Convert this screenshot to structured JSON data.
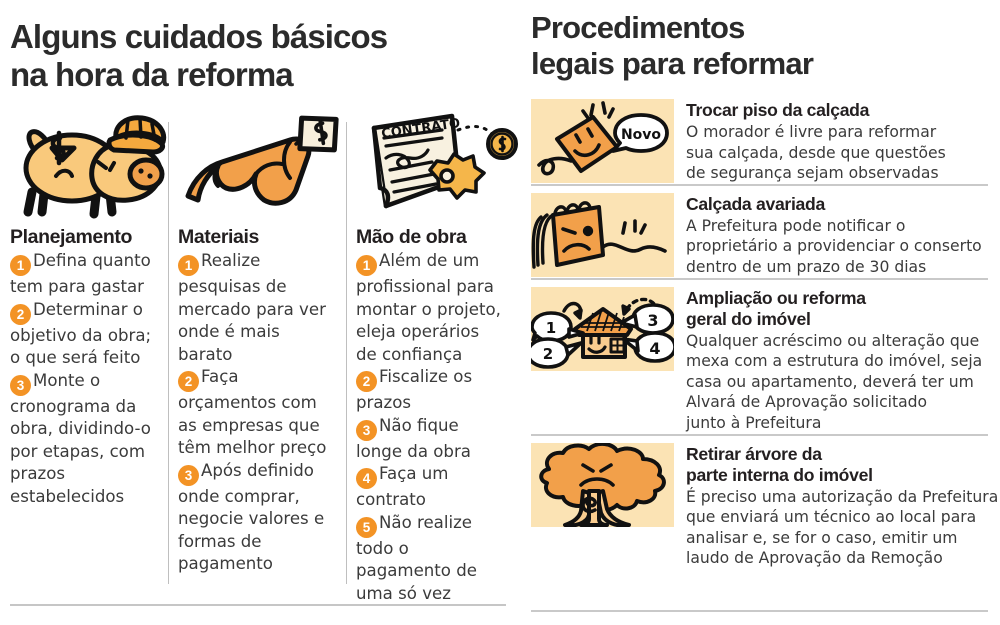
{
  "left": {
    "title_lines": [
      "Alguns cuidados básicos",
      "na hora da reforma"
    ],
    "columns": [
      {
        "heading": "Planejamento",
        "illustration": "piggy-bank-hardhat-icon",
        "steps": [
          {
            "num": "1",
            "text": "Defina quanto tem para gastar"
          },
          {
            "num": "2",
            "text": "Determinar o objetivo da obra; o que será feito"
          },
          {
            "num": "3",
            "text": "Monte o cronograma da obra, dividindo-o por etapas, com prazos estabelecidos"
          }
        ]
      },
      {
        "heading": "Materiais",
        "illustration": "roof-tiles-price-tag-icon",
        "steps": [
          {
            "num": "1",
            "text": "Realize pesquisas de mercado para ver onde é mais barato"
          },
          {
            "num": "2",
            "text": "Faça orçamentos com as empresas que têm melhor preço"
          },
          {
            "num": "3",
            "text": "Após definido onde comprar, negocie valores e formas de pagamento"
          }
        ]
      },
      {
        "heading": "Mão de obra",
        "illustration": "contract-document-coin-icon",
        "steps": [
          {
            "num": "1",
            "text": "Além de um profissional para montar o projeto, eleja operários de confiança"
          },
          {
            "num": "2",
            "text": "Fiscalize os prazos"
          },
          {
            "num": "3",
            "text": "Não fique longe da obra"
          },
          {
            "num": "4",
            "text": "Faça um contrato"
          },
          {
            "num": "5",
            "text": "Não realize todo o pagamento de uma só vez"
          }
        ]
      }
    ]
  },
  "right": {
    "title_lines": [
      "Procedimentos",
      "legais para reformar"
    ],
    "items": [
      {
        "illustration": "smiling-paving-tile-icon",
        "bubble_label": "Novo",
        "title_lines": [
          "Trocar piso da calçada"
        ],
        "body_lines": [
          "O morador é livre para reformar",
          "sua calçada, desde que questões",
          "de segurança sejam observadas"
        ]
      },
      {
        "illustration": "damaged-paving-tile-icon",
        "title_lines": [
          "Calçada avariada"
        ],
        "body_lines": [
          "A Prefeitura pode notificar o",
          "proprietário a providenciar o conserto",
          "dentro de um prazo de 30 dias"
        ]
      },
      {
        "illustration": "house-with-numbered-bubbles-icon",
        "bubble_numbers": [
          "1",
          "2",
          "3",
          "4"
        ],
        "title_lines": [
          "Ampliação ou reforma",
          "geral do imóvel"
        ],
        "body_lines": [
          "Qualquer acréscimo ou alteração que",
          "mexa com a estrutura do imóvel, seja",
          "casa ou apartamento, deverá ter um",
          "Alvará de Aprovação solicitado",
          "junto à Prefeitura"
        ]
      },
      {
        "illustration": "sad-tree-icon",
        "title_lines": [
          "Retirar árvore da",
          "parte interna do imóvel"
        ],
        "body_lines": [
          "É preciso uma autorização da Prefeitura",
          "que enviará um técnico ao local para",
          "analisar e, se for o caso, emitir um",
          "laudo de Aprovação da Remoção"
        ]
      }
    ]
  },
  "colors": {
    "accent_orange": "#f39325",
    "illustration_fill": "#f7a44a",
    "thumb_bg": "#fbe3b4",
    "text_dark": "#3b3b3b",
    "heading_dark": "#231f20",
    "rule_gray": "#c6c6c6"
  }
}
